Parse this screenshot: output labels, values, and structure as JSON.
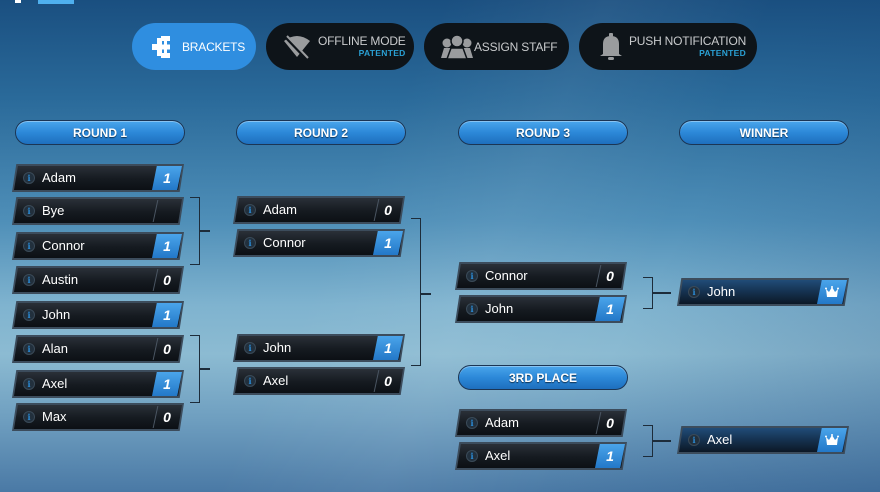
{
  "toolbar": {
    "items": [
      {
        "label": "BRACKETS",
        "sub": "",
        "icon": "bracket-icon",
        "active": true
      },
      {
        "label": "OFFLINE MODE",
        "sub": "PATENTED",
        "icon": "wifi-off-icon",
        "active": false
      },
      {
        "label": "ASSIGN STAFF",
        "sub": "",
        "icon": "group-icon",
        "active": false
      },
      {
        "label": "PUSH NOTIFICATION",
        "sub": "PATENTED",
        "icon": "bell-icon",
        "active": false
      }
    ]
  },
  "rounds": [
    {
      "title": "ROUND 1"
    },
    {
      "title": "ROUND 2"
    },
    {
      "title": "ROUND 3"
    },
    {
      "title": "WINNER"
    }
  ],
  "third_place_title": "3RD PLACE",
  "round1": [
    {
      "name": "Adam",
      "score": "1",
      "win": true
    },
    {
      "name": "Bye",
      "score": "",
      "win": false
    },
    {
      "name": "Connor",
      "score": "1",
      "win": true
    },
    {
      "name": "Austin",
      "score": "0",
      "win": false
    },
    {
      "name": "John",
      "score": "1",
      "win": true
    },
    {
      "name": "Alan",
      "score": "0",
      "win": false
    },
    {
      "name": "Axel",
      "score": "1",
      "win": true
    },
    {
      "name": "Max",
      "score": "0",
      "win": false
    }
  ],
  "round2": [
    {
      "name": "Adam",
      "score": "0",
      "win": false
    },
    {
      "name": "Connor",
      "score": "1",
      "win": true
    },
    {
      "name": "John",
      "score": "1",
      "win": true
    },
    {
      "name": "Axel",
      "score": "0",
      "win": false
    }
  ],
  "round3": [
    {
      "name": "Connor",
      "score": "0",
      "win": false
    },
    {
      "name": "John",
      "score": "1",
      "win": true
    }
  ],
  "third_place": [
    {
      "name": "Adam",
      "score": "0",
      "win": false
    },
    {
      "name": "Axel",
      "score": "1",
      "win": true
    }
  ],
  "winner": {
    "name": "John",
    "icon": "crown-icon"
  },
  "third_place_winner": {
    "name": "Axel",
    "icon": "crown-icon"
  },
  "colors": {
    "accent": "#2f8ee0",
    "patented": "#2aa0d4",
    "slot_dark": "#151a20",
    "win_score": "#2378c8"
  }
}
